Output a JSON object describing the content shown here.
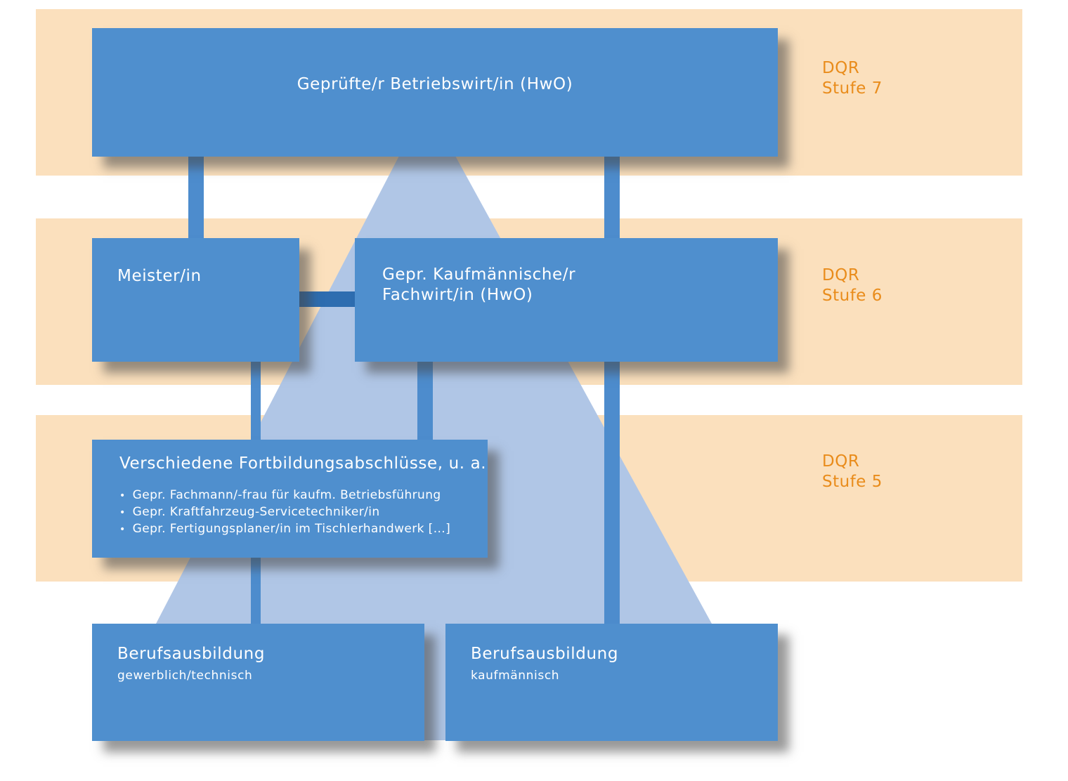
{
  "levels": [
    {
      "line1": "DQR",
      "line2": "Stufe 7"
    },
    {
      "line1": "DQR",
      "line2": "Stufe 6"
    },
    {
      "line1": "DQR",
      "line2": "Stufe 5"
    }
  ],
  "boxes": {
    "betriebswirt": {
      "title": "Geprüfte/r Betriebswirt/in (HwO)"
    },
    "meister": {
      "title": "Meister/in"
    },
    "fachwirt": {
      "title_line1": "Gepr. Kaufmännische/r",
      "title_line2": "Fachwirt/in (HwO)"
    },
    "fortbildung": {
      "title": "Verschiedene Fortbildungsabschlüsse, u. a.",
      "items": [
        "Gepr. Fachmann/-frau für kaufm. Betriebsführung",
        "Gepr. Kraftfahrzeug-Servicetechniker/in",
        "Gepr. Fertigungsplaner/in im Tischlerhandwerk [...]"
      ]
    },
    "berufsausbildung_gewerblich": {
      "title": "Berufsausbildung",
      "subtitle": "gewerblich/technisch"
    },
    "berufsausbildung_kaufmaennisch": {
      "title": "Berufsausbildung",
      "subtitle": "kaufmännisch"
    }
  },
  "colors": {
    "band": "#fbe0bd",
    "box": "#4f8fce",
    "pyramid": "#b0c6e6",
    "connector": "#4d8ccd",
    "dqr_text": "#e98c1b"
  }
}
